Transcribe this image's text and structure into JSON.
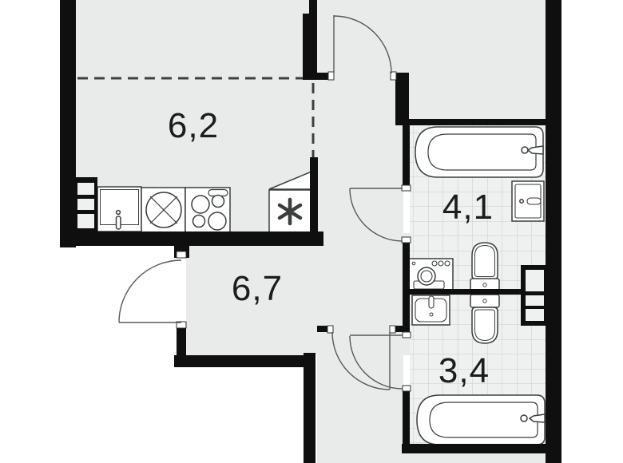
{
  "plan": {
    "type": "apartment-floor-plan-fragment",
    "rooms": [
      {
        "id": "room-6-2",
        "label": "6,2",
        "kind": "kitchen-living"
      },
      {
        "id": "bathroom-4-1",
        "label": "4,1",
        "kind": "bathroom"
      },
      {
        "id": "hallway-6-7",
        "label": "6,7",
        "kind": "hallway"
      },
      {
        "id": "bathroom-3-4",
        "label": "3,4",
        "kind": "bathroom"
      }
    ],
    "fixtures": [
      "kitchen-sink-cabinet",
      "kitchen-round-sink",
      "stove-4-burners",
      "refrigerator",
      "bathtub-top",
      "wall-sink-right",
      "washing-machine",
      "toilet-upper",
      "toilet-lower",
      "sink-lower-bath",
      "bathtub-bottom",
      "ventilation-shaft-left",
      "ventilation-shaft-right"
    ],
    "doors": 5,
    "colors": {
      "wall": "#0f0f0f",
      "floor": "#e9ebeb",
      "tile_floor": "#eff1f1",
      "tile_grid": "#c6cbcb",
      "fixture_stroke": "#3a3e3e",
      "fixture_fill": "#ffffff",
      "dashed_line": "#3c4040",
      "label_text": "#1c1c1c",
      "background": "#ffffff"
    }
  }
}
